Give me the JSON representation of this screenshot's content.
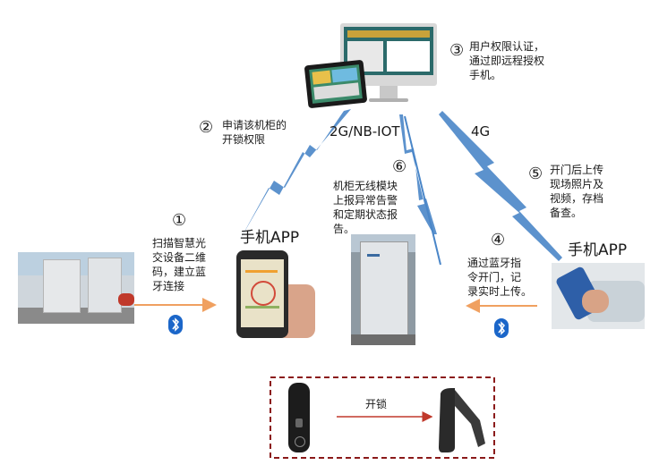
{
  "server": {
    "step_num": "③",
    "text_lines": [
      "用户权限认证，",
      "通过即远程授权",
      "手机。"
    ]
  },
  "links": {
    "left_label": "2G/NB-IOT",
    "right_label": "4G"
  },
  "step2": {
    "num": "②",
    "lines": [
      "申请该机柜的",
      "开锁权限"
    ]
  },
  "step1": {
    "num": "①",
    "lines": [
      "扫描智慧光",
      "交设备二维",
      "码，建立蓝",
      "牙连接"
    ]
  },
  "step6": {
    "num": "⑥",
    "lines": [
      "机柜无线模块",
      "上报异常告警",
      "和定期状态报",
      "告。"
    ]
  },
  "step5": {
    "num": "⑤",
    "lines": [
      "开门后上传",
      "现场照片及",
      "视频，存档",
      "备查。"
    ]
  },
  "step4": {
    "num": "④",
    "lines": [
      "通过蓝牙指",
      "令开门，记",
      "录实时上传。"
    ]
  },
  "left_phone_label": "手机APP",
  "right_phone_label": "手机APP",
  "lock": {
    "action_label": "开锁"
  },
  "colors": {
    "arrow_blue": "#4a86c8",
    "arrow_orange": "#f0a060",
    "dash_red": "#8b1a1a",
    "bt_blue": "#1b66c9"
  }
}
